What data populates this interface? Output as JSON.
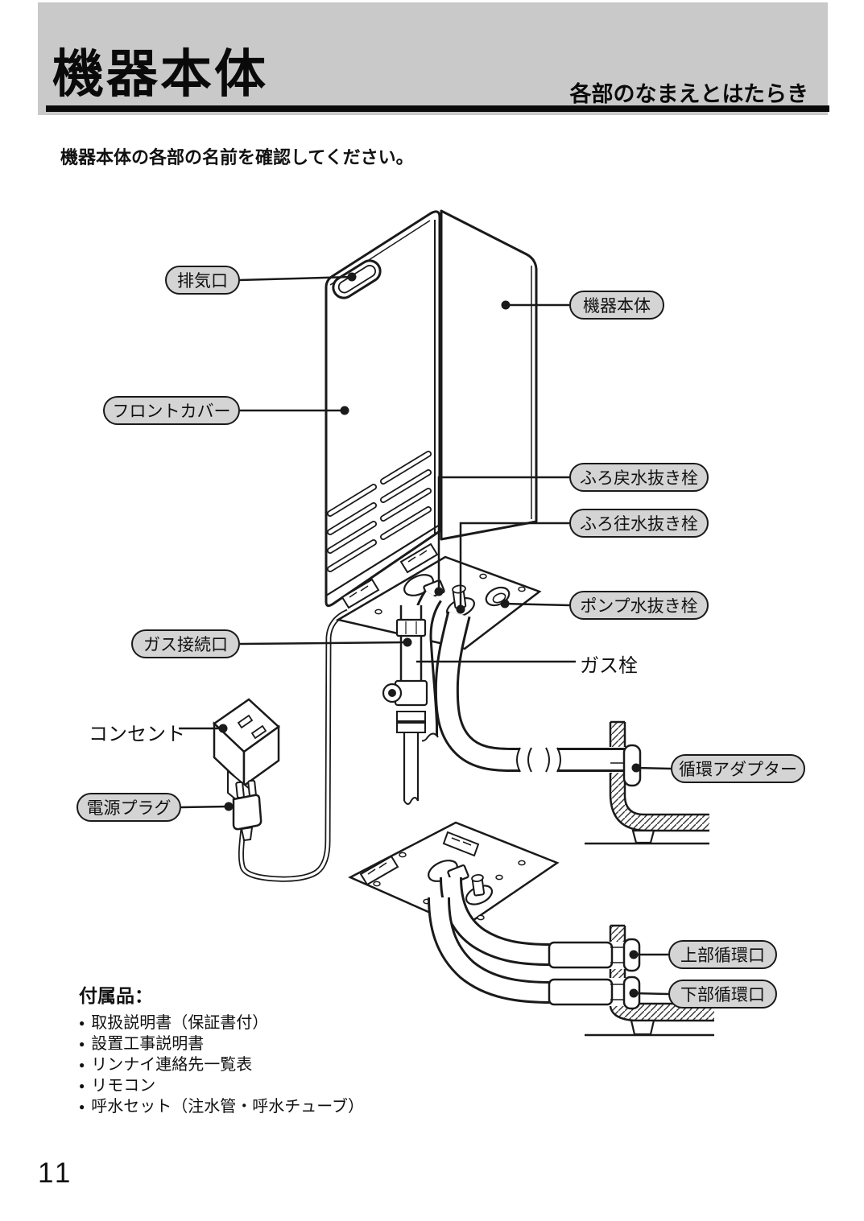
{
  "header": {
    "title": "機器本体",
    "subtitle": "各部のなまえとはたらき"
  },
  "intro": "機器本体の各部の名前を確認してください。",
  "diagram": {
    "labels": {
      "exhaust_port": "排気口",
      "unit_body": "機器本体",
      "front_cover": "フロントカバー",
      "furo_return_drain_plug": "ふろ戻水抜き栓",
      "furo_supply_drain_plug": "ふろ往水抜き栓",
      "pump_drain_plug": "ポンプ水抜き栓",
      "gas_connection": "ガス接続口",
      "gas_valve": "ガス栓",
      "outlet": "コンセント",
      "power_plug": "電源プラグ",
      "circulation_adapter": "循環アダプター",
      "upper_circulation_port": "上部循環口",
      "lower_circulation_port": "下部循環口"
    }
  },
  "accessories": {
    "heading": "付属品：",
    "items": [
      "取扱説明書（保証書付）",
      "設置工事説明書",
      "リンナイ連絡先一覧表",
      "リモコン",
      "呼水セット（注水管・呼水チューブ）"
    ]
  },
  "page_number": "11",
  "colors": {
    "header_bg": "#c9c9c9",
    "label_bg": "#d4d4d4",
    "line": "#1a1a1a"
  }
}
